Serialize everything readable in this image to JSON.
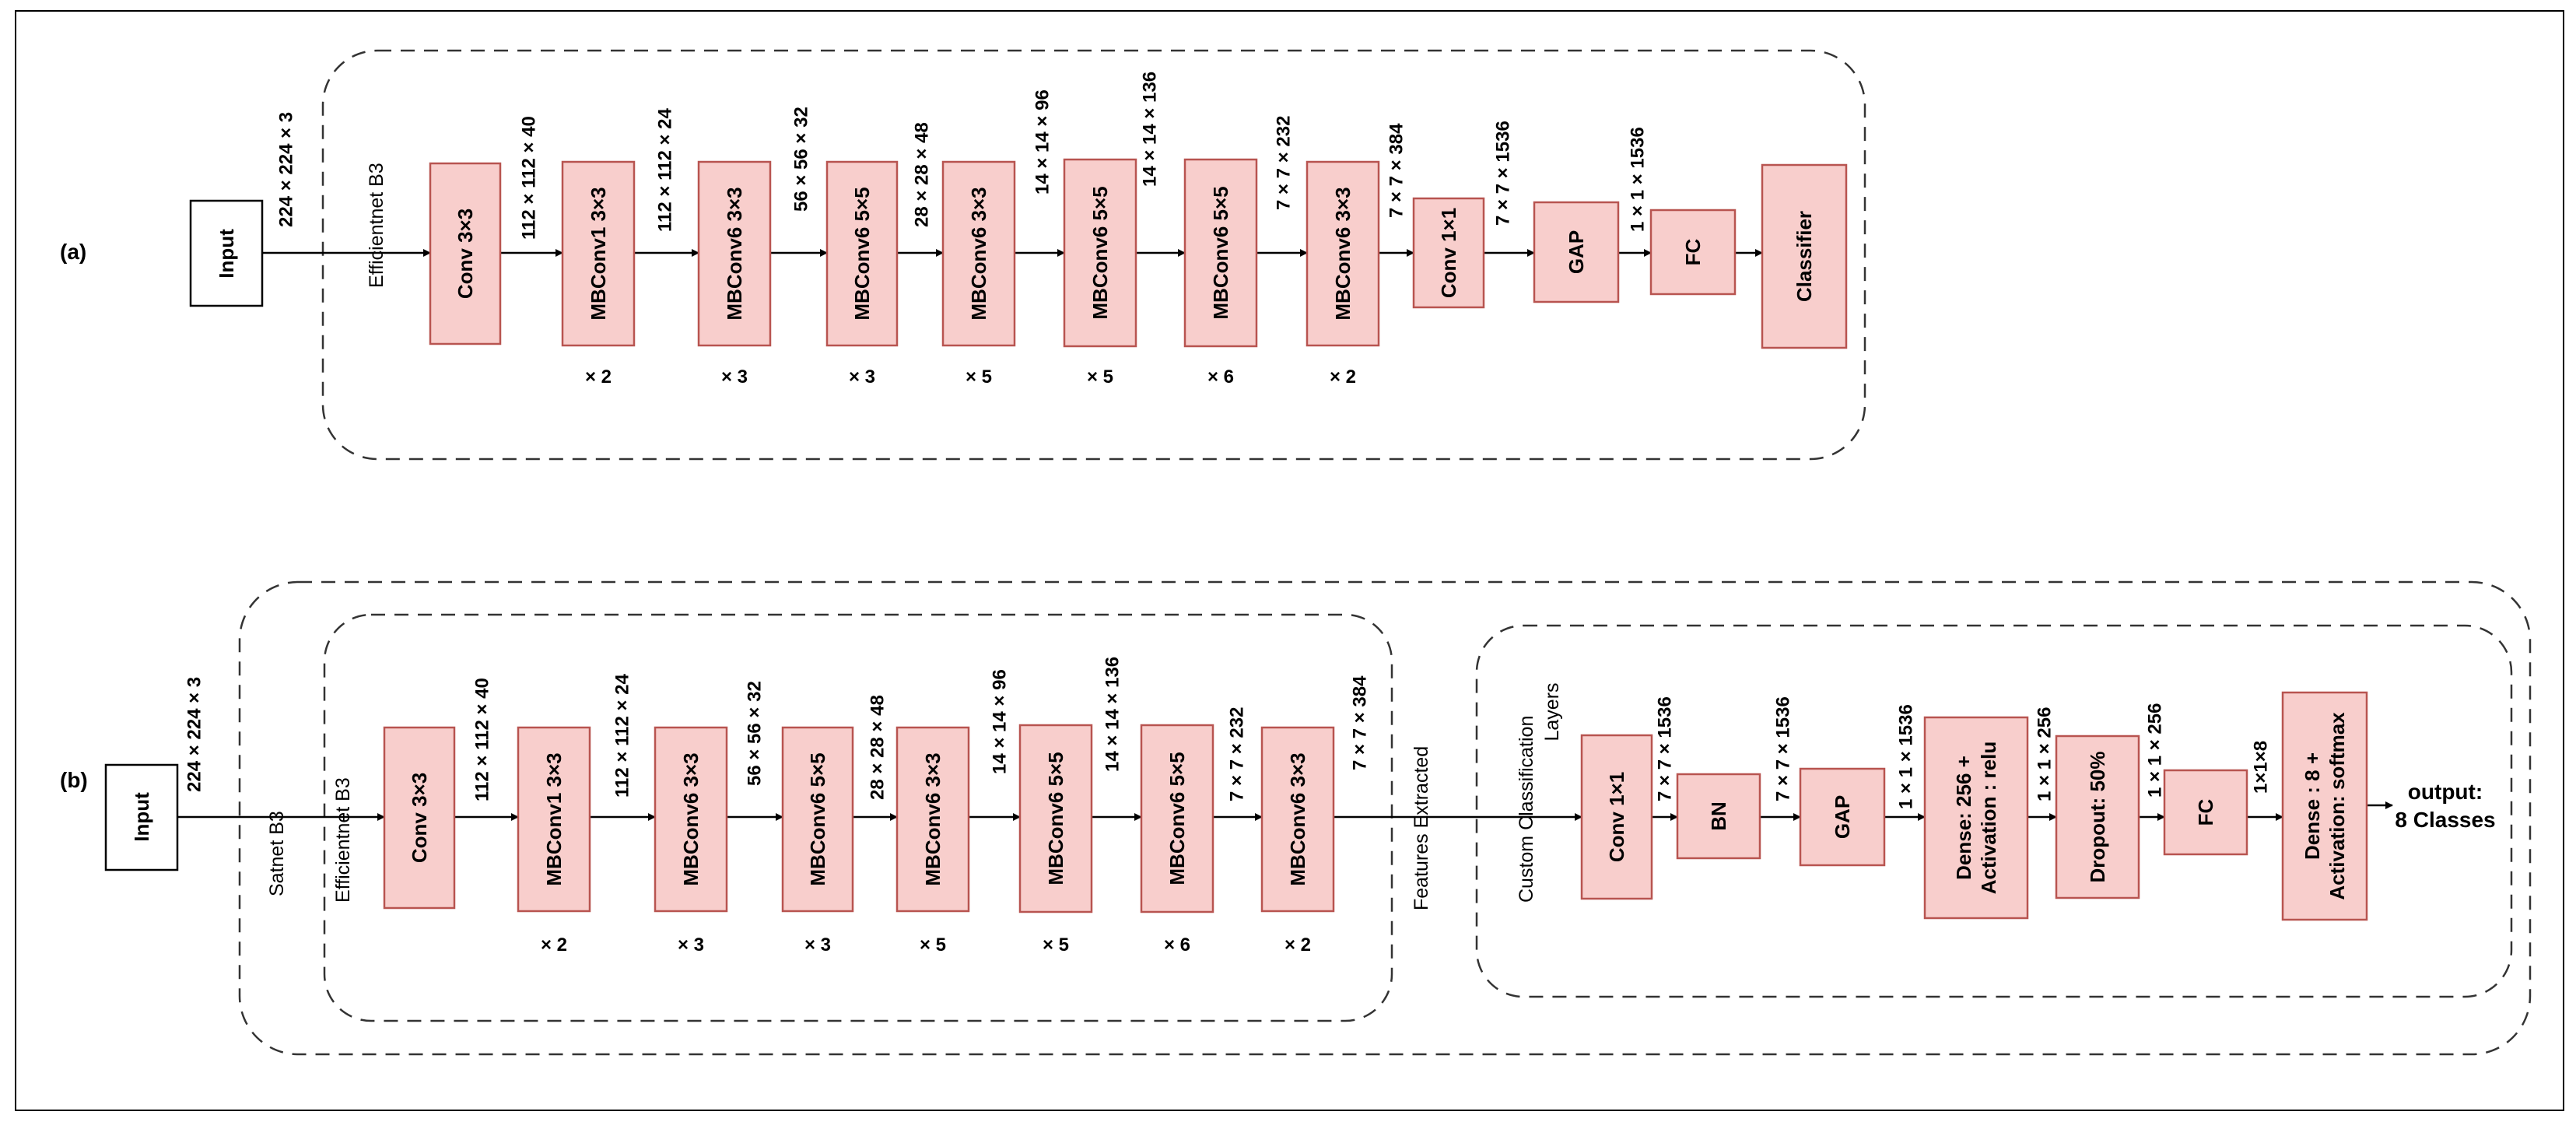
{
  "panel_a": {
    "label": "(a)",
    "input": "Input",
    "input_dim": "224 × 224 × 3",
    "backbone_label": "Efficientnet B3",
    "blocks": [
      {
        "label": "Conv 3×3",
        "dim_after": "112 × 112 × 40",
        "repeat": ""
      },
      {
        "label": "MBConv1  3×3",
        "dim_after": "112 × 112 × 24",
        "repeat": "× 2"
      },
      {
        "label": "MBConv6  3×3",
        "dim_after": "56 × 56 × 32",
        "repeat": "× 3"
      },
      {
        "label": "MBConv6  5×5",
        "dim_after": "28 × 28 × 48",
        "repeat": "× 3"
      },
      {
        "label": "MBConv6  3×3",
        "dim_after": "14 × 14 × 96",
        "repeat": "× 5"
      },
      {
        "label": "MBConv6  5×5",
        "dim_after": "14 × 14 × 136",
        "repeat": "× 5"
      },
      {
        "label": "MBConv6  5×5",
        "dim_after": "7 × 7 × 232",
        "repeat": "× 6"
      },
      {
        "label": "MBConv6  3×3",
        "dim_after": "7 × 7 × 384",
        "repeat": "× 2"
      },
      {
        "label": "Conv 1×1",
        "dim_after": "7 × 7 × 1536",
        "repeat": ""
      },
      {
        "label": "GAP",
        "dim_after": "1 × 1 × 1536",
        "repeat": ""
      },
      {
        "label": "FC",
        "dim_after": "",
        "repeat": ""
      },
      {
        "label": "Classifier",
        "dim_after": "",
        "repeat": ""
      }
    ]
  },
  "panel_b": {
    "label": "(b)",
    "input": "Input",
    "input_dim": "224 × 224 × 3",
    "outer_label": "Satnet  B3",
    "backbone_label": "Efficientnet  B3",
    "features_label": "Features  Extracted",
    "custom_label_1": "Custom Classification",
    "custom_label_2": "Layers",
    "blocks": [
      {
        "label": "Conv 3×3",
        "dim_after": "112 × 112 × 40",
        "repeat": ""
      },
      {
        "label": "MBConv1  3×3",
        "dim_after": "112 × 112 × 24",
        "repeat": "× 2"
      },
      {
        "label": "MBConv6  3×3",
        "dim_after": "56 × 56 × 32",
        "repeat": "× 3"
      },
      {
        "label": "MBConv6  5×5",
        "dim_after": "28 × 28 × 48",
        "repeat": "× 3"
      },
      {
        "label": "MBConv6  3×3",
        "dim_after": "14 × 14 × 96",
        "repeat": "× 5"
      },
      {
        "label": "MBConv6  5×5",
        "dim_after": "14 × 14 × 136",
        "repeat": "× 5"
      },
      {
        "label": "MBConv6  5×5",
        "dim_after": "7 × 7 × 232",
        "repeat": "× 6"
      },
      {
        "label": "MBConv6  3×3",
        "dim_after": "7 × 7 × 384",
        "repeat": "× 2"
      }
    ],
    "head": [
      {
        "line1": "Conv 1×1",
        "line2": "",
        "dim_after": "7 × 7 × 1536"
      },
      {
        "line1": "BN",
        "line2": "",
        "dim_after": "7 × 7 × 1536"
      },
      {
        "line1": "GAP",
        "line2": "",
        "dim_after": "1 × 1 × 1536"
      },
      {
        "line1": "Dense: 256 +",
        "line2": "Activation : relu",
        "dim_after": "1 × 1 × 256"
      },
      {
        "line1": "Dropout: 50%",
        "line2": "",
        "dim_after": "1 × 1 × 256"
      },
      {
        "line1": "FC",
        "line2": "",
        "dim_after": "1×1×8"
      },
      {
        "line1": "Dense : 8 +",
        "line2": "Activation: softmax",
        "dim_after": ""
      }
    ],
    "output_line1": "output:",
    "output_line2": "8 Classes"
  },
  "colors": {
    "block_fill": "#f8cecc",
    "block_stroke": "#b85450"
  }
}
